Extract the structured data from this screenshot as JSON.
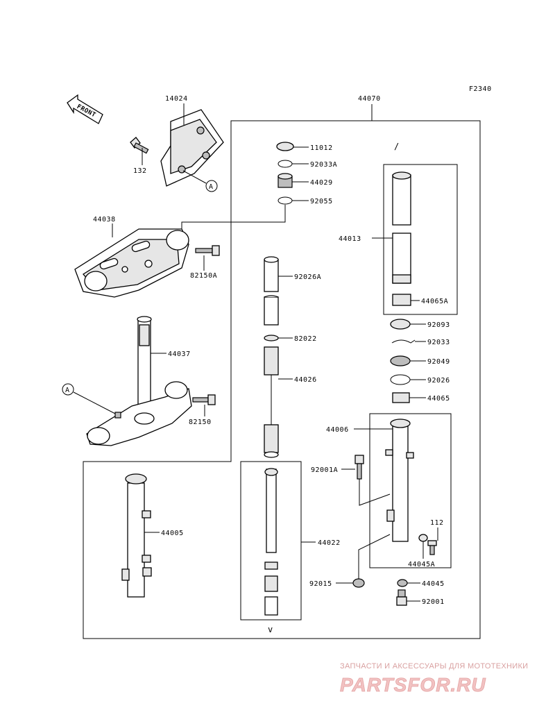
{
  "figure_code": "F2340",
  "front_label": "FRONT",
  "ref_marker": "A",
  "parts": {
    "p14024": "14024",
    "p44070": "44070",
    "p132": "132",
    "p11012": "11012",
    "p92033A": "92033A",
    "p44029": "44029",
    "p92055": "92055",
    "p44038": "44038",
    "p82150A": "82150A",
    "p44013": "44013",
    "p44065A": "44065A",
    "p92026A": "92026A",
    "p92093": "92093",
    "p82022": "82022",
    "p92033": "92033",
    "p92049": "92049",
    "p44037": "44037",
    "p44026": "44026",
    "p92026": "92026",
    "p44065": "44065",
    "p82150": "82150",
    "p44006": "44006",
    "p92001A": "92001A",
    "p112": "112",
    "p44005": "44005",
    "p44022": "44022",
    "p44045A": "44045A",
    "p92015": "92015",
    "p44045": "44045",
    "p92001": "92001"
  },
  "watermark": {
    "tagline": "ЗАПЧАСТИ И АКСЕССУАРЫ ДЛЯ МОТОТЕХНИКИ",
    "logo": "PARTSFOR.RU"
  }
}
